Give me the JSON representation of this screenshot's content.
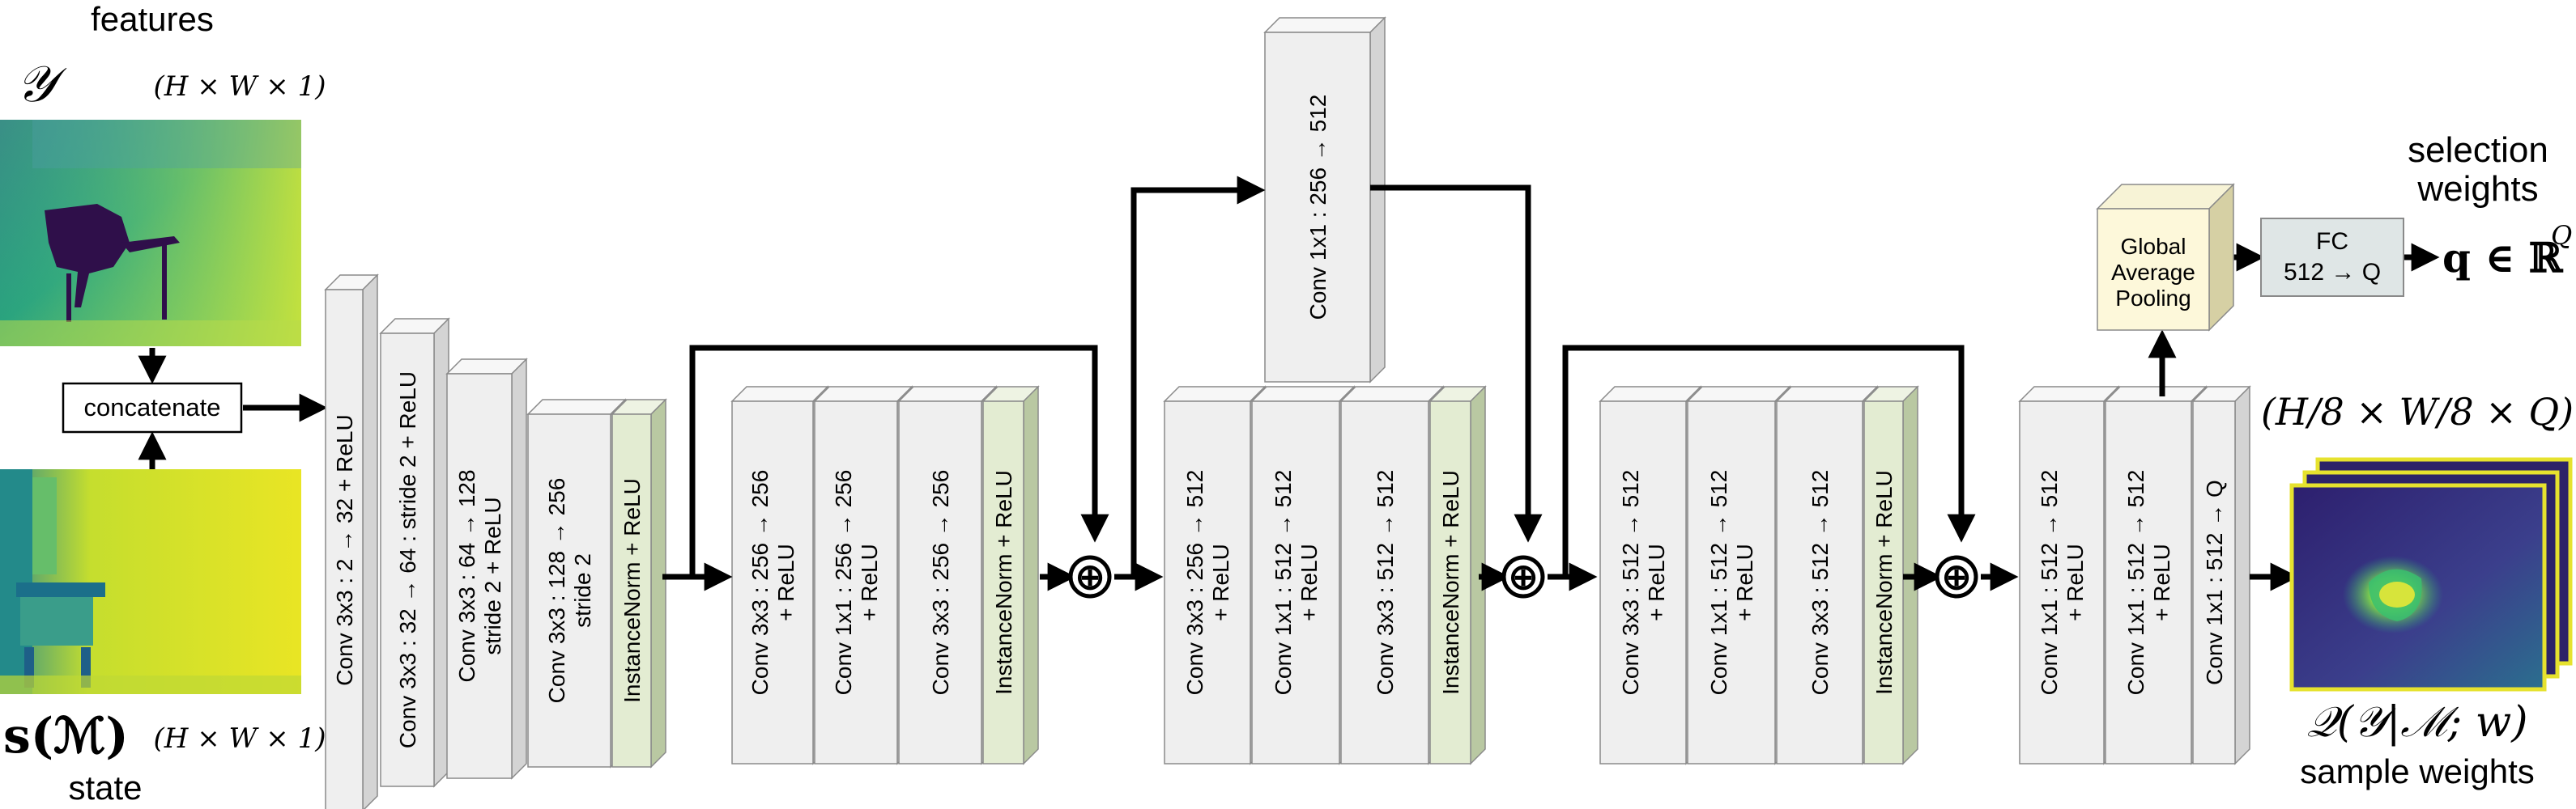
{
  "inputs": {
    "features_label": "features",
    "features_symbol": "𝒴",
    "features_dims": "(H × W × 1)",
    "state_label": "state",
    "state_symbol": "s(ℳ)",
    "state_dims": "(H × W × 1)",
    "concat_label": "concatenate"
  },
  "stage1": {
    "layers": [
      [
        "Conv 3x3 : 2 → 32 + ReLU"
      ],
      [
        "Conv 3x3 : 32 → 64 : stride 2 + ReLU"
      ],
      [
        "Conv 3x3 : 64 → 128",
        "stride 2 + ReLU"
      ],
      [
        "Conv 3x3 : 128 → 256",
        "stride 2"
      ],
      [
        "InstanceNorm + ReLU"
      ]
    ]
  },
  "stage2": {
    "layers": [
      [
        "Conv 3x3 : 256 → 256",
        "+ ReLU"
      ],
      [
        "Conv 1x1 : 256 → 256",
        "+ ReLU"
      ],
      [
        "Conv 3x3 : 256 → 256"
      ],
      [
        "InstanceNorm + ReLU"
      ]
    ]
  },
  "skip_projection": {
    "label": "Conv 1x1 : 256 → 512"
  },
  "stage3": {
    "layers": [
      [
        "Conv 3x3 : 256 → 512",
        "+ ReLU"
      ],
      [
        "Conv 1x1 : 512 → 512",
        "+ ReLU"
      ],
      [
        "Conv 3x3 : 512 → 512"
      ],
      [
        "InstanceNorm + ReLU"
      ]
    ]
  },
  "stage4": {
    "layers": [
      [
        "Conv 3x3 : 512 → 512",
        "+ ReLU"
      ],
      [
        "Conv 1x1 : 512 → 512",
        "+ ReLU"
      ],
      [
        "Conv 3x3 : 512 → 512"
      ],
      [
        "InstanceNorm + ReLU"
      ]
    ]
  },
  "head": {
    "layers": [
      [
        "Conv 1x1 : 512 → 512",
        "+ ReLU"
      ],
      [
        "Conv 1x1 : 512 → 512",
        "+ ReLU"
      ],
      [
        "Conv 1x1 : 512 → Q"
      ]
    ],
    "gap_lines": [
      "Global",
      "Average",
      "Pooling"
    ],
    "fc_lines": [
      "FC",
      "512 → Q"
    ]
  },
  "outputs": {
    "selection_title_lines": [
      "selection",
      "weights"
    ],
    "selection_symbol": "q ∈ ℝ",
    "selection_sup": "Q",
    "sample_dims": "(H/8 × W/8 × Q)",
    "sample_symbol": "𝒬(𝒴|ℳ; w)",
    "sample_label": "sample weights"
  },
  "sum_symbol": "⊕",
  "colors": {
    "block_front": "#efefef",
    "block_side": "#d4d4d4",
    "block_top": "#f7f7f7",
    "block_stroke": "#8a8a8a",
    "norm_front": "#e3ecd2",
    "norm_side": "#b9c8a2",
    "norm_top": "#eef3e3",
    "gap_front": "#fdf8da",
    "gap_side": "#d6d0a4",
    "gap_top": "#f7f3d6",
    "fc_fill": "#dfe6e6",
    "arrow": "#000000"
  }
}
